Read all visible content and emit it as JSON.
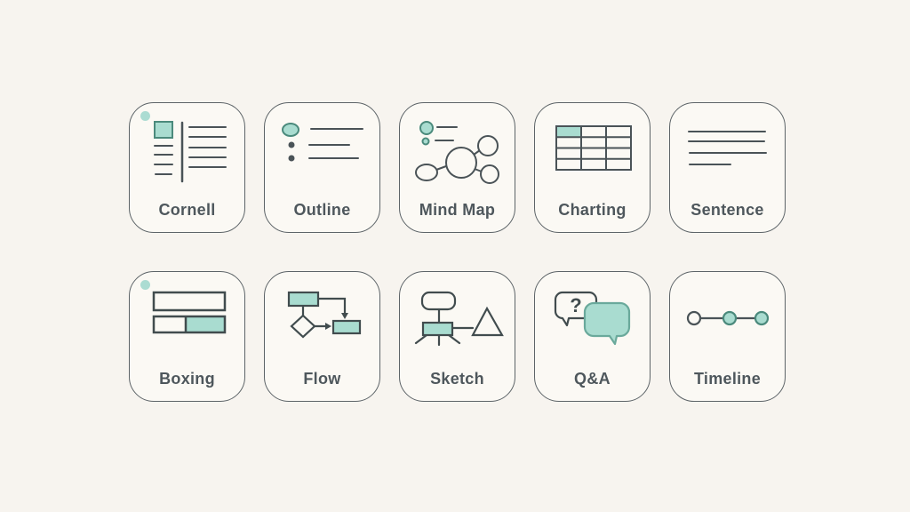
{
  "page": {
    "title": "Note-taking method cards",
    "background_color": "#f7f4ef",
    "card_background": "#fbf9f4",
    "card_border_color": "#5d6468",
    "accent_teal_fill": "#a9dcd0",
    "accent_teal_border": "#4b8a7c",
    "stroke_color": "#4a5357",
    "label_color": "#4e575c"
  },
  "cards": [
    {
      "label": "Cornell",
      "icon": "cornell-notes-icon",
      "corner_dot": true
    },
    {
      "label": "Outline",
      "icon": "outline-list-icon",
      "corner_dot": false
    },
    {
      "label": "Mind Map",
      "icon": "mind-map-icon",
      "corner_dot": false
    },
    {
      "label": "Charting",
      "icon": "charting-table-icon",
      "corner_dot": false
    },
    {
      "label": "Sentence",
      "icon": "sentence-lines-icon",
      "corner_dot": false
    },
    {
      "label": "Boxing",
      "icon": "boxing-layout-icon",
      "corner_dot": true
    },
    {
      "label": "Flow",
      "icon": "flowchart-icon",
      "corner_dot": false
    },
    {
      "label": "Sketch",
      "icon": "sketch-diagram-icon",
      "corner_dot": false
    },
    {
      "label": "Q&A",
      "icon": "qa-speech-bubbles-icon",
      "corner_dot": false
    },
    {
      "label": "Timeline",
      "icon": "timeline-dots-icon",
      "corner_dot": false
    }
  ],
  "qa": {
    "question_mark": "?"
  }
}
